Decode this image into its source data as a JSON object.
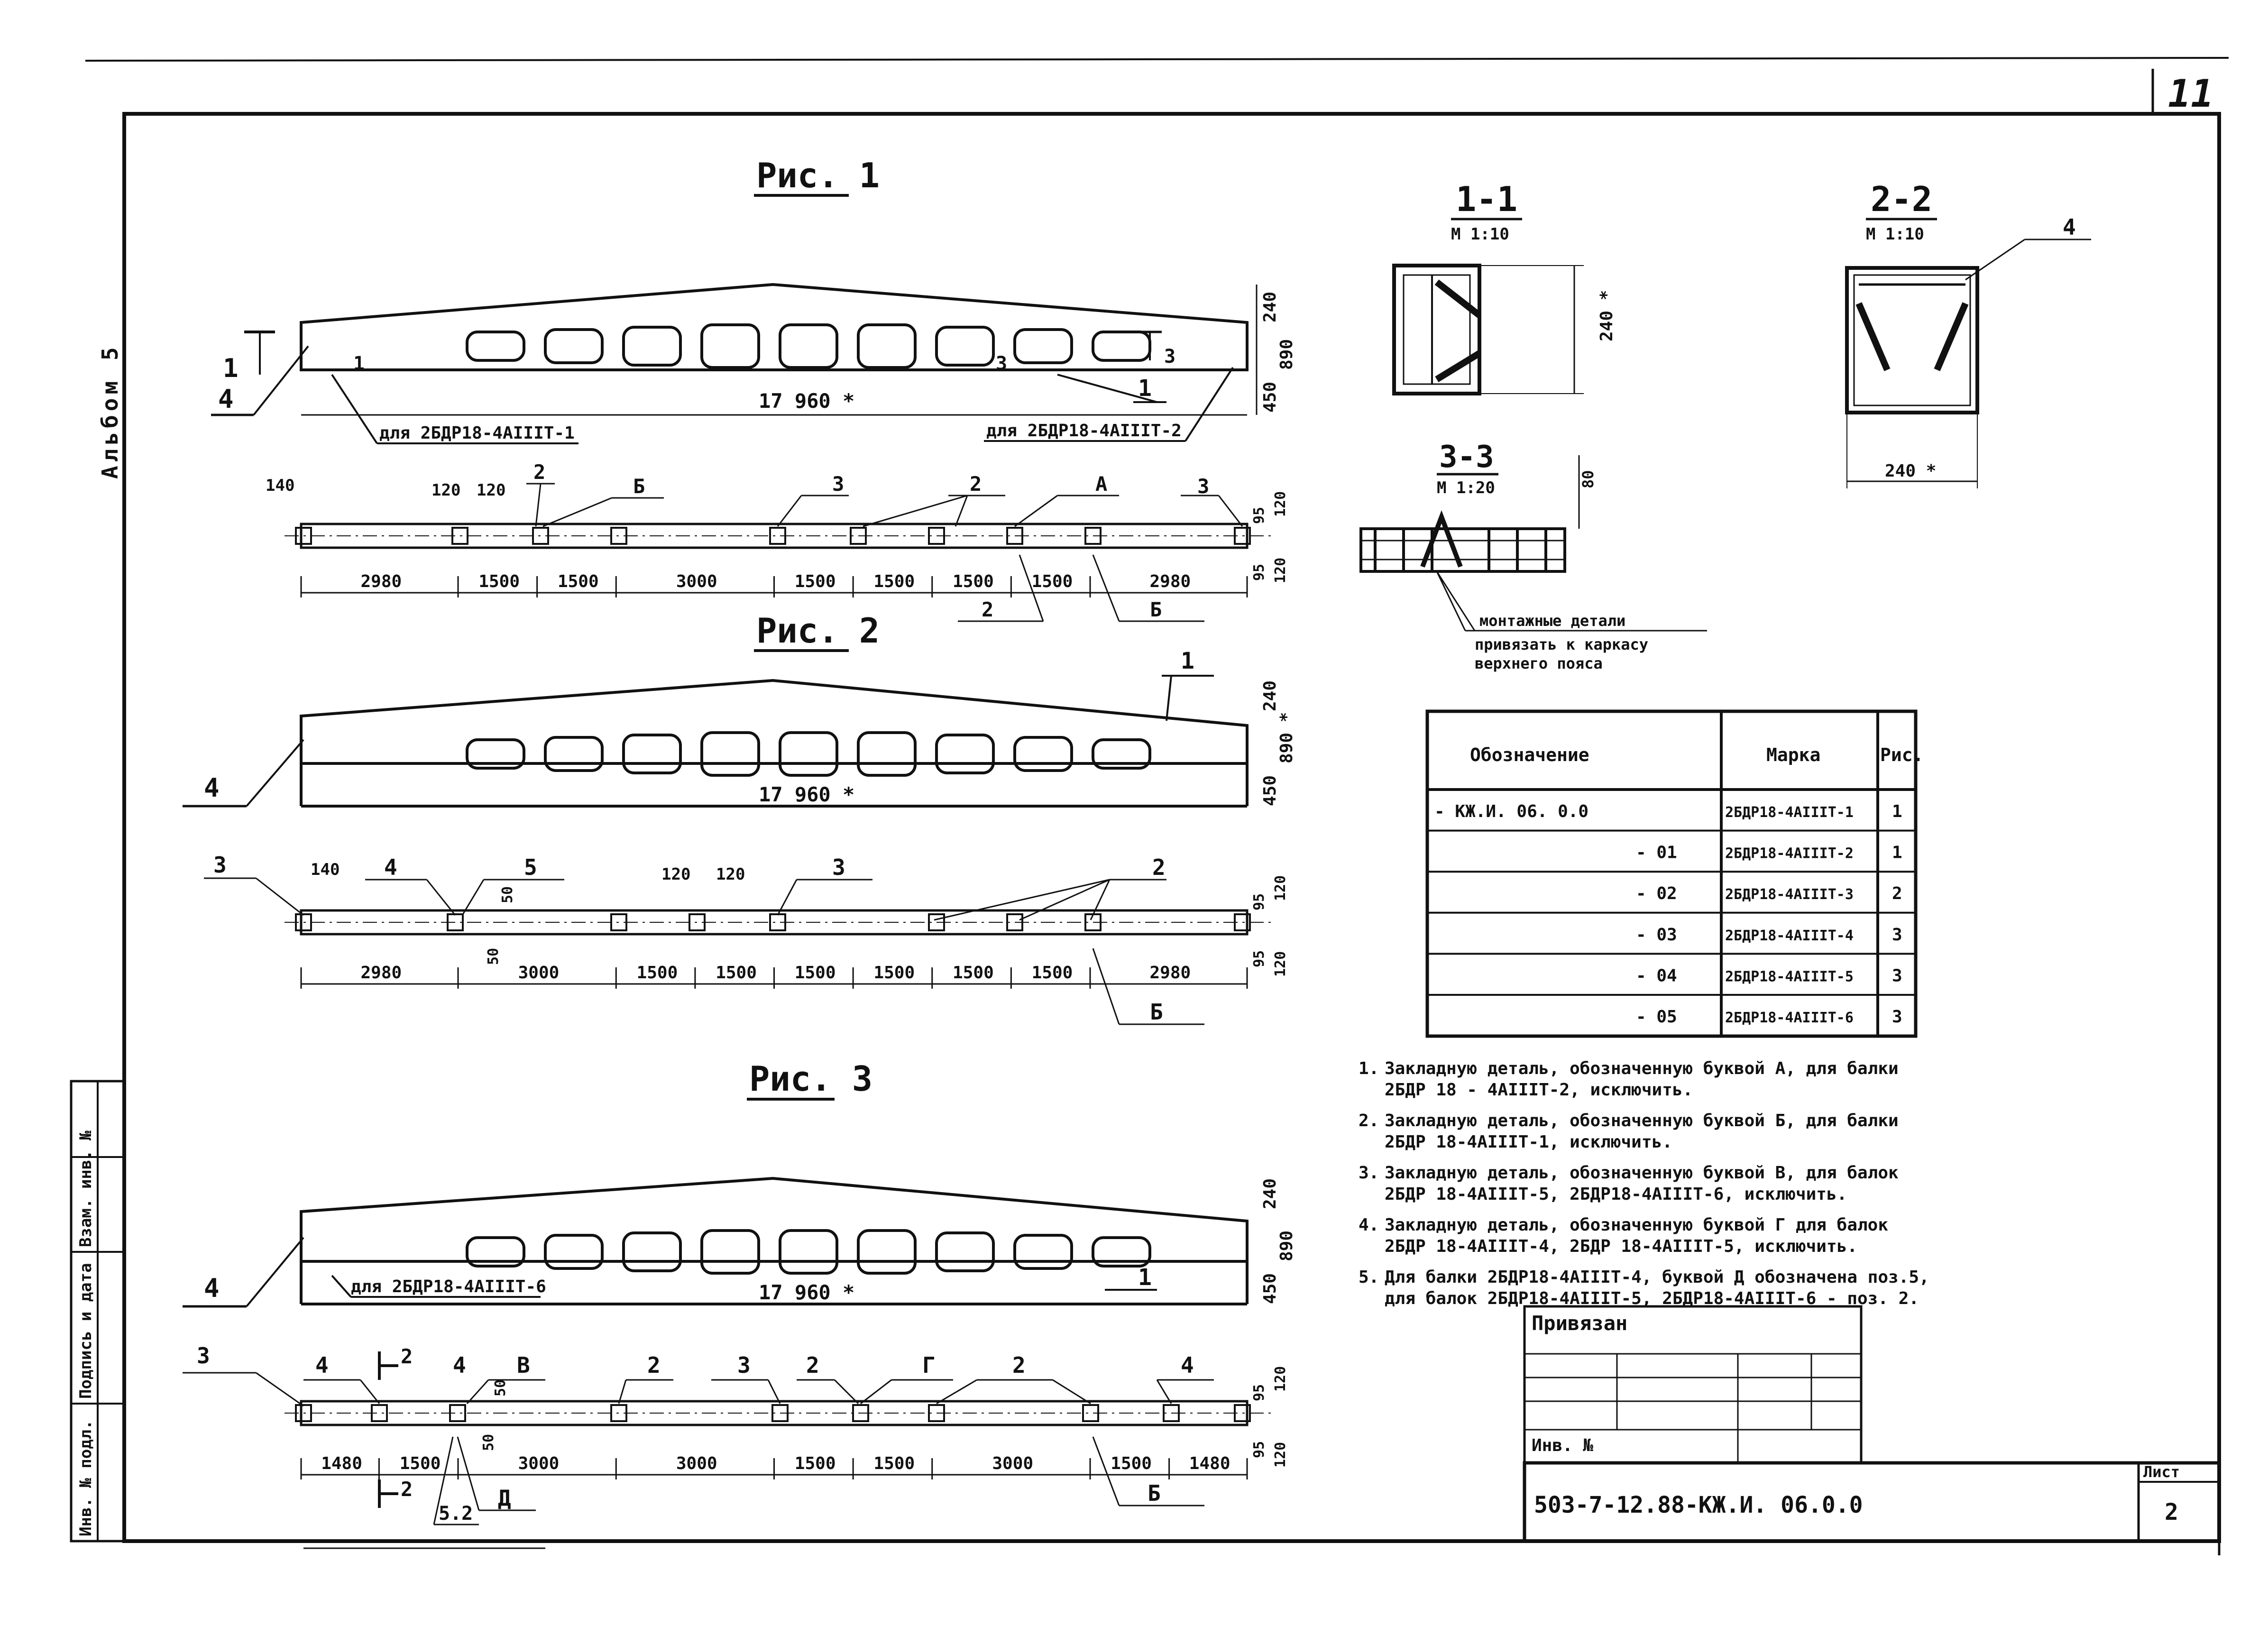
{
  "sheet_number_top": "11",
  "album_label": "Альбом 5",
  "stamp_cols": [
    "Инв. № подл.",
    "Подпись и дата",
    "Взам. инв. №"
  ],
  "fig1": {
    "title": "Рис. 1",
    "length": "17 960 *",
    "h_top": "240",
    "h_mid": "890",
    "h_bot": "450",
    "note_left": "для 2БДР18-4АIIIТ-1",
    "note_right": "для 2БДР18-4АIIIТ-2",
    "callout_1": "1",
    "callout_4": "4",
    "sec_1a": "1",
    "sec_1b": "1",
    "sec_3a": "3",
    "sec_3b": "3",
    "plan_dims": [
      "2980",
      "1500",
      "1500",
      "3000",
      "1500",
      "1500",
      "1500",
      "1500",
      "2980"
    ],
    "plan_top_dims": [
      "140",
      "120",
      "120"
    ],
    "plan_callouts": [
      "2",
      "Б",
      "3",
      "2",
      "А",
      "3",
      "2",
      "Б"
    ],
    "plan_side_dims": [
      "95",
      "120",
      "95",
      "120"
    ]
  },
  "fig2": {
    "title": "Рис. 2",
    "length": "17 960 *",
    "h_top": "240",
    "h_mid": "890 *",
    "h_bot": "450",
    "callout_1": "1",
    "callout_4": "4",
    "plan_dims": [
      "2980",
      "3000",
      "1500",
      "1500",
      "1500",
      "1500",
      "1500",
      "1500",
      "2980"
    ],
    "plan_top_dims": [
      "140",
      "120",
      "120",
      "50",
      "50"
    ],
    "plan_callouts": [
      "3",
      "4",
      "5",
      "3",
      "2",
      "Б"
    ],
    "plan_side_dims": [
      "95",
      "120",
      "95",
      "120"
    ]
  },
  "fig3": {
    "title": "Рис. 3",
    "length": "17 960 *",
    "h_top": "240",
    "h_mid": "890",
    "h_bot": "450",
    "note_left": "для 2БДР18-4АIIIТ-6",
    "callout_1": "1",
    "callout_4": "4",
    "plan_dims": [
      "1480",
      "1500",
      "3000",
      "3000",
      "1500",
      "1500",
      "3000",
      "1500",
      "1480"
    ],
    "plan_callouts": [
      "3",
      "4",
      "2",
      "4",
      "В",
      "2",
      "3",
      "2",
      "Г",
      "2",
      "4",
      "Б",
      "5.2",
      "Д"
    ],
    "sec_2a": "2",
    "sec_2b": "2",
    "plan_side_dims": [
      "95",
      "120",
      "95",
      "120"
    ],
    "plan_small_dims": [
      "50",
      "50"
    ]
  },
  "sec11": {
    "title": "1-1",
    "scale": "М 1:10",
    "dim": "240 *"
  },
  "sec22": {
    "title": "2-2",
    "scale": "М 1:10",
    "dim": "240 *",
    "callout": "4"
  },
  "sec33": {
    "title": "3-3",
    "scale": "М 1:20",
    "dim": "80",
    "note_line1": "монтажные детали",
    "note_line2": "привязать к каркасу",
    "note_line3": "верхнего пояса"
  },
  "spec_table": {
    "headers": [
      "Обозначение",
      "Марка",
      "Рис."
    ],
    "rows": [
      [
        "- КЖ.И. 06. 0.0",
        "2БДР18-4АIIIТ-1",
        "1"
      ],
      [
        "- 01",
        "2БДР18-4АIIIТ-2",
        "1"
      ],
      [
        "- 02",
        "2БДР18-4АIIIТ-3",
        "2"
      ],
      [
        "- 03",
        "2БДР18-4АIIIТ-4",
        "3"
      ],
      [
        "- 04",
        "2БДР18-4АIIIТ-5",
        "3"
      ],
      [
        "- 05",
        "2БДР18-4АIIIТ-6",
        "3"
      ]
    ]
  },
  "notes": [
    {
      "n": "1.",
      "l1": "Закладную деталь, обозначенную буквой А, для балки",
      "l2": "2БДР 18 - 4АIIIТ-2, исключить."
    },
    {
      "n": "2.",
      "l1": "Закладную деталь, обозначенную буквой Б, для балки",
      "l2": "2БДР 18-4АIIIТ-1, исключить."
    },
    {
      "n": "3.",
      "l1": "Закладную деталь, обозначенную буквой В, для балок",
      "l2": "2БДР 18-4АIIIТ-5, 2БДР18-4АIIIТ-6, исключить."
    },
    {
      "n": "4.",
      "l1": "Закладную деталь, обозначенную буквой Г для балок",
      "l2": "2БДР 18-4АIIIТ-4, 2БДР 18-4АIIIТ-5, исключить."
    },
    {
      "n": "5.",
      "l1": "Для балки 2БДР18-4АIIIТ-4, буквой Д обозначена поз.5,",
      "l2": "для балок 2БДР18-4АIIIТ-5, 2БДР18-4АIIIТ-6 - поз. 2."
    }
  ],
  "stamp": {
    "privyazan": "Привязан",
    "inv": "Инв. №",
    "code": "503-7-12.88-КЖ.И. 06.0.0",
    "list_label": "Лист",
    "list_no": "2"
  }
}
